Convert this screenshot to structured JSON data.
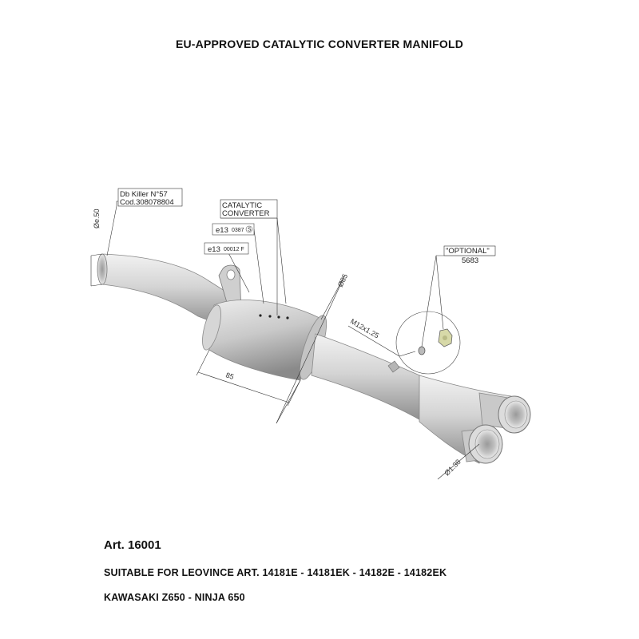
{
  "header": {
    "title": "EU-APPROVED CATALYTIC CONVERTER MANIFOLD"
  },
  "labels": {
    "db_killer_line1": "Db Killer N°57",
    "db_killer_line2": "Cod.308078804",
    "catalytic_line1": "CATALYTIC",
    "catalytic_line2": "CONVERTER",
    "approval_1_mark": "e13",
    "approval_1_code": "0387",
    "approval_1_suffix": "S",
    "approval_2_mark": "e13",
    "approval_2_code": "00012 F",
    "optional_line1": "\"OPTIONAL\"",
    "optional_line2": "5683",
    "dim_inlet": "Øe.50",
    "dim_body_diameter": "Ø85",
    "dim_body_length": "85",
    "dim_thread": "M12x1.25",
    "dim_outlet": "Ø1.38"
  },
  "footer": {
    "article": "Art. 16001",
    "suitable": "SUITABLE FOR LEOVINCE ART. 14181E - 14181EK - 14182E - 14182EK",
    "models": "KAWASAKI Z650 - NINJA 650"
  }
}
